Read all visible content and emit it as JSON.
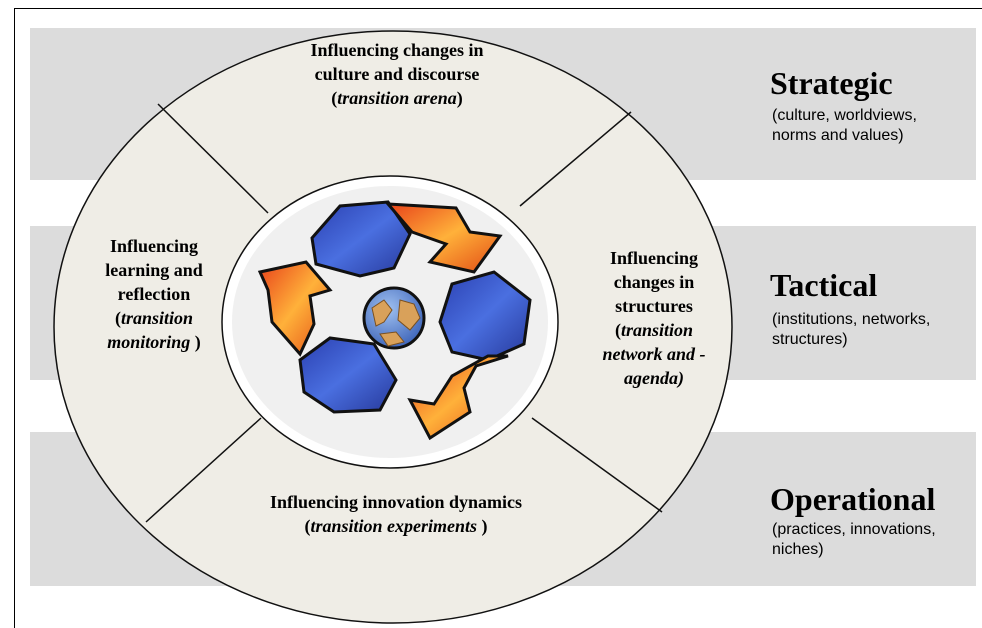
{
  "segments": {
    "top": {
      "line1": "Influencing changes in",
      "line2": "culture and discourse",
      "open": "(",
      "italic": "transition  arena",
      "close": ")"
    },
    "left": {
      "line1": "Influencing",
      "line2": "learning and",
      "line3": "reflection",
      "open": "(",
      "italic1": "transition",
      "italic2": "monitoring",
      "close": " )"
    },
    "right": {
      "line1": "Influencing",
      "line2": "changes in",
      "line3": "structures",
      "open": "(",
      "italic1": "transition",
      "italic2": "network and -",
      "italic3": "agenda)"
    },
    "bottom": {
      "line1": "Influencing innovation dynamics",
      "open": "(",
      "italic": "transition  experiments",
      "close": " )"
    }
  },
  "levels": {
    "strategic": {
      "title": "Strategic",
      "desc1": "(culture, worldviews,",
      "desc2": "norms and values)"
    },
    "tactical": {
      "title": "Tactical",
      "desc1": "(institutions, networks,",
      "desc2": "structures)"
    },
    "operational": {
      "title": "Operational",
      "desc1": "(practices, innovations,",
      "desc2": "niches)"
    }
  },
  "colors": {
    "band": "#dcdcdc",
    "ring": "#efede6",
    "arrow_blue": "#3d5fd6",
    "arrow_orange": "#f07a22",
    "globe_ocean": "#5a86c8",
    "globe_land": "#d9a15a"
  },
  "center_icon": "recycle-arrows-globe-icon"
}
